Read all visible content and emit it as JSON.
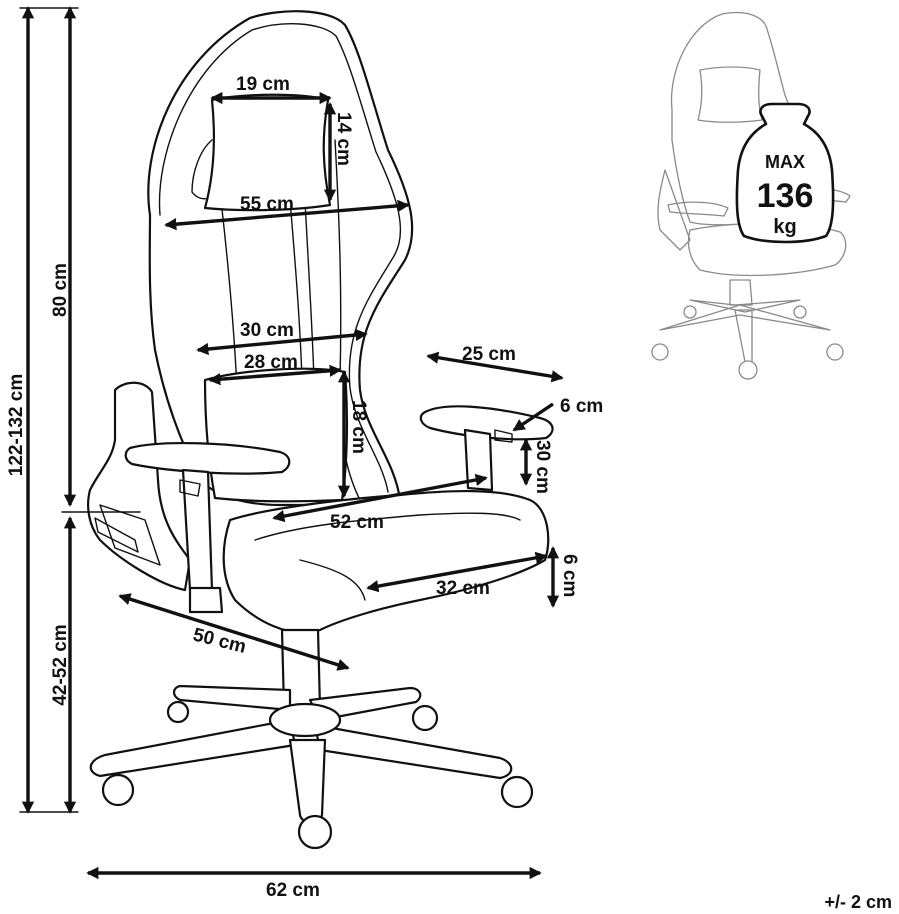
{
  "labels": {
    "pillow_width": "19 cm",
    "pillow_height": "14 cm",
    "upper_back_width": "55 cm",
    "lower_back_outer": "30 cm",
    "lower_back_inner": "28 cm",
    "lumbar_height": "18 cm",
    "armrest_length": "25 cm",
    "armrest_width": "6 cm",
    "armrest_adjust": "30 cm",
    "seat_depth": "52 cm",
    "seat_width": "32 cm",
    "seat_thickness": "6 cm",
    "base_depth": "50 cm",
    "base_width": "62 cm",
    "backrest_height": "80 cm",
    "total_height": "122-132 cm",
    "seat_height": "42-52 cm"
  },
  "weight": {
    "max": "MAX",
    "value": "136",
    "unit": "kg"
  },
  "tolerance": "+/- 2 cm",
  "icons": {
    "weight": "weight-icon",
    "arrow": "arrowhead-icon"
  }
}
